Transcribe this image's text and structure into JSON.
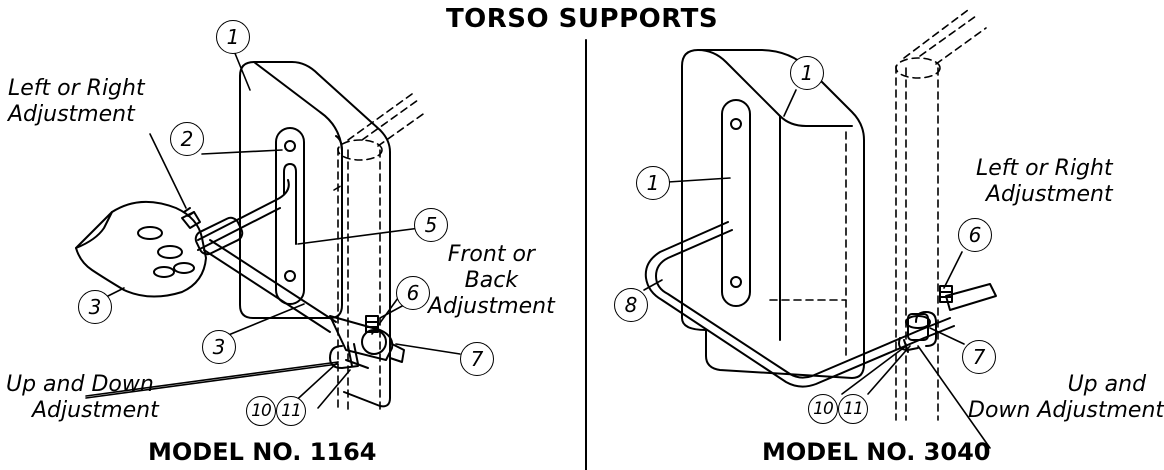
{
  "title": "TORSO SUPPORTS",
  "left": {
    "model": "MODEL NO. 1164",
    "labels": {
      "left_right": [
        "Left or Right",
        "Adjustment"
      ],
      "front_back": [
        "Front or",
        "Back",
        "Adjustment"
      ],
      "up_down": [
        "Up and Down",
        "Adjustment"
      ]
    },
    "callouts": {
      "c1": "1",
      "c2": "2",
      "c3a": "3",
      "c3b": "3",
      "c5": "5",
      "c6": "6",
      "c7": "7",
      "c10": "10",
      "c11": "11"
    }
  },
  "right": {
    "model": "MODEL NO. 3040",
    "labels": {
      "left_right": [
        "Left or Right",
        "Adjustment"
      ],
      "up_down": [
        "Up and",
        "Down Adjustment"
      ]
    },
    "callouts": {
      "c1a": "1",
      "c1b": "1",
      "c6": "6",
      "c7": "7",
      "c8": "8",
      "c10": "10",
      "c11": "11"
    }
  }
}
